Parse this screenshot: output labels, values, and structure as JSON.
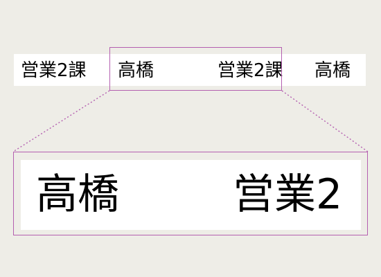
{
  "strip": {
    "segments": [
      "営業2課",
      "高橋",
      "営業2課",
      "高橋"
    ]
  },
  "zoom": {
    "left_text": "高橋",
    "right_text": "営業2"
  },
  "colors": {
    "background": "#eeede7",
    "highlight": "#b45fb0",
    "panel": "#ffffff",
    "text": "#000000"
  }
}
